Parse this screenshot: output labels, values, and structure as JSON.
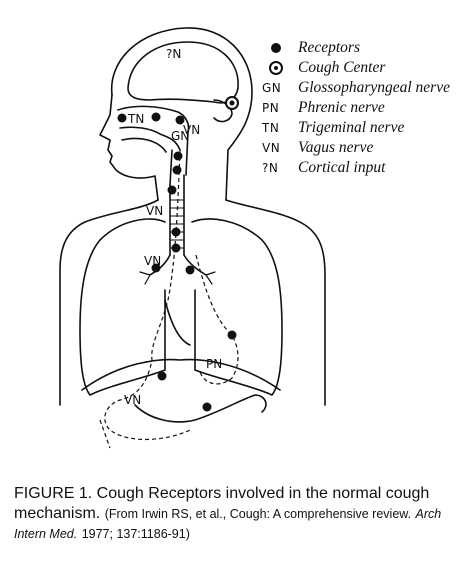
{
  "diagram": {
    "labels": {
      "cortical": "?N",
      "trigeminal": "TN",
      "vagus_mouth": "VN",
      "glosso": "GN",
      "vagus_larynx": "VN",
      "vagus_bronchi": "VN",
      "phrenic": "PN",
      "vagus_abdomen": "VN"
    }
  },
  "legend": [
    {
      "symbol": "",
      "symbol_type": "filled-dot",
      "text": "Receptors"
    },
    {
      "symbol": "",
      "symbol_type": "ringed-dot",
      "text": "Cough Center"
    },
    {
      "symbol": "GN",
      "symbol_type": "abbr",
      "text": "Glossopharyngeal nerve"
    },
    {
      "symbol": "PN",
      "symbol_type": "abbr",
      "text": "Phrenic nerve"
    },
    {
      "symbol": "TN",
      "symbol_type": "abbr",
      "text": "Trigeminal nerve"
    },
    {
      "symbol": "VN",
      "symbol_type": "abbr",
      "text": "Vagus nerve"
    },
    {
      "symbol": "?N",
      "symbol_type": "abbr",
      "text": "Cortical input"
    }
  ],
  "caption": {
    "main": "FIGURE 1. Cough Receptors involved in the normal cough mechanism.",
    "ref_prefix": "(From Irwin RS, et al., Cough: A comprehensive review.",
    "ref_journal": "Arch Intern Med.",
    "ref_suffix": "1977; 137:1186-91)"
  }
}
